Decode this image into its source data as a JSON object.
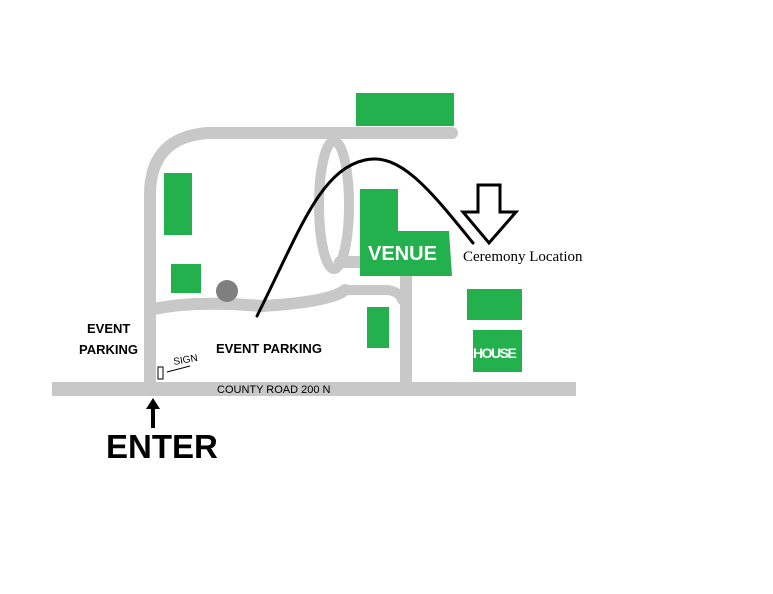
{
  "labels": {
    "venue": "VENUE",
    "house": "HOUSE",
    "ceremony": "Ceremony Location",
    "event_parking_left_line1": "EVENT",
    "event_parking_left_line2": "PARKING",
    "event_parking_center": "EVENT PARKING",
    "sign": "SIGN",
    "road": "COUNTY ROAD 200 N",
    "enter": "ENTER"
  },
  "colors": {
    "road": "#c8c8c8",
    "building": "#22b14c",
    "tree": "#7f7f7f",
    "route_line": "#000000",
    "background": "#ffffff"
  },
  "icons": {
    "ceremony_arrow": "down-arrow-outline",
    "enter_arrow": "up-arrow"
  }
}
